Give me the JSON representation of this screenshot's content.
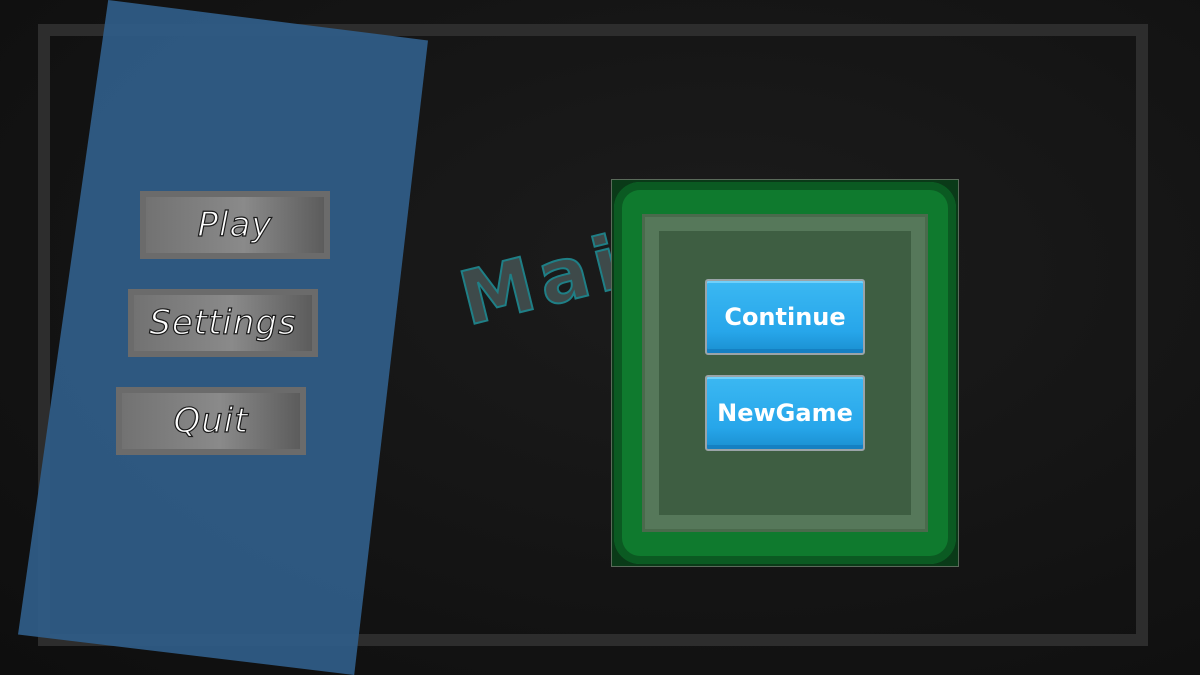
{
  "title": {
    "text": "Mai"
  },
  "side_menu": {
    "items": [
      {
        "label": "Play"
      },
      {
        "label": "Settings"
      },
      {
        "label": "Quit"
      }
    ]
  },
  "save_panel": {
    "continue_label": "Continue",
    "new_game_label": "NewGame"
  },
  "colors": {
    "background": "#151515",
    "side_panel": "#2f5c86",
    "menu_button": "#7a7a7a",
    "green_panel": "#0f7a2e",
    "blue_button": "#27a6ea",
    "title_stroke": "#1f7f86"
  }
}
